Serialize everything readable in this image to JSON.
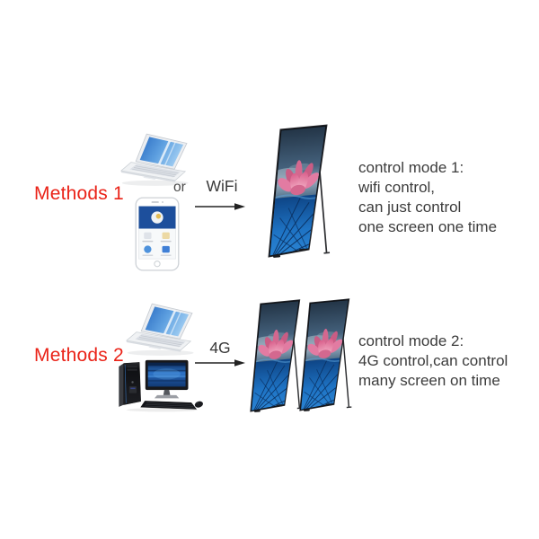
{
  "page": {
    "background": "#ffffff"
  },
  "colors": {
    "method_label_red": "#ea2318",
    "body_text": "#3c3c3c",
    "arrow": "#222222",
    "poster_leaf_blue": "#1e73c4",
    "poster_petal_pink": "#e27ba2"
  },
  "rows": [
    {
      "method_label": "Methods 1",
      "or_label": "or",
      "connection_label": "WiFi",
      "devices": [
        "laptop-icon",
        "smartphone-icon"
      ],
      "arrow_icon": "arrow-right-icon",
      "poster_icon": "led-poster-icon",
      "poster_count": 1,
      "description_lines": [
        "control mode 1:",
        "wifi control,",
        "can just control",
        "one screen one time"
      ]
    },
    {
      "method_label": "Methods 2",
      "connection_label": "4G",
      "devices": [
        "laptop-icon",
        "desktop-computer-icon"
      ],
      "arrow_icon": "arrow-right-icon",
      "poster_icon": "led-poster-icon",
      "poster_count": 2,
      "description_lines": [
        "control mode 2:",
        "4G control,can control",
        "many screen on time"
      ]
    }
  ]
}
